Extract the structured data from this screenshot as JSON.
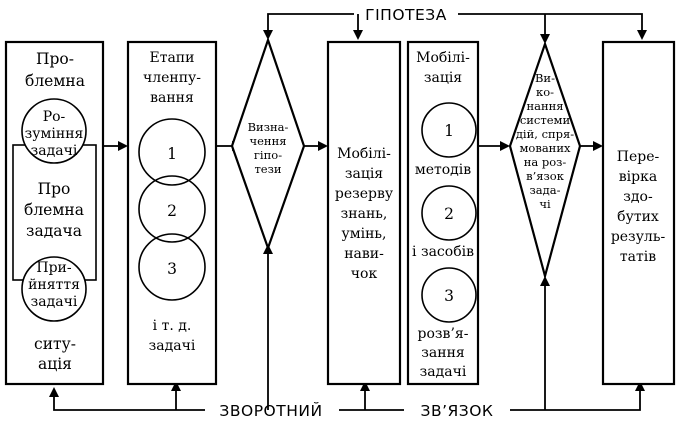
{
  "top_label": "ГІПОТЕЗА",
  "bottom_label_left": "ЗВОРОТНИЙ",
  "bottom_label_right": "ЗВ’ЯЗОК",
  "box1": {
    "title": [
      "Про-",
      "блемна"
    ],
    "circle_top": [
      "Ро-",
      "зуміння",
      "задачі"
    ],
    "middle": [
      "Про",
      "блемна",
      "задача"
    ],
    "circle_bottom": [
      "При-",
      "йняття",
      "задачі"
    ],
    "footer": [
      "ситу-",
      "ація"
    ]
  },
  "box2": {
    "title": [
      "Етапи",
      "членпу-",
      "вання"
    ],
    "circles": [
      "1",
      "2",
      "3"
    ],
    "footer": [
      "і т. д.",
      "задачі"
    ]
  },
  "diamond1": [
    "Визна-",
    "чення",
    "гіпо-",
    "тези"
  ],
  "box3": [
    "Мобілі-",
    "зація",
    "резерву",
    "знань,",
    "умінь,",
    "нави-",
    "чок"
  ],
  "box4": {
    "title": [
      "Мобілі-",
      "зація"
    ],
    "circles": [
      "1",
      "2",
      "3"
    ],
    "labels": [
      "методів",
      "і засобів"
    ],
    "footer": [
      "розв’я-",
      "зання",
      "задачі"
    ]
  },
  "diamond2": [
    "Ви-",
    "ко-",
    "нання",
    "системи",
    "дій, спря-",
    "мованих",
    "на роз-",
    "в’язок",
    "зада-",
    "чі"
  ],
  "box5": [
    "Пере-",
    "вірка",
    "здо-",
    "бутих",
    "резуль-",
    "татів"
  ]
}
